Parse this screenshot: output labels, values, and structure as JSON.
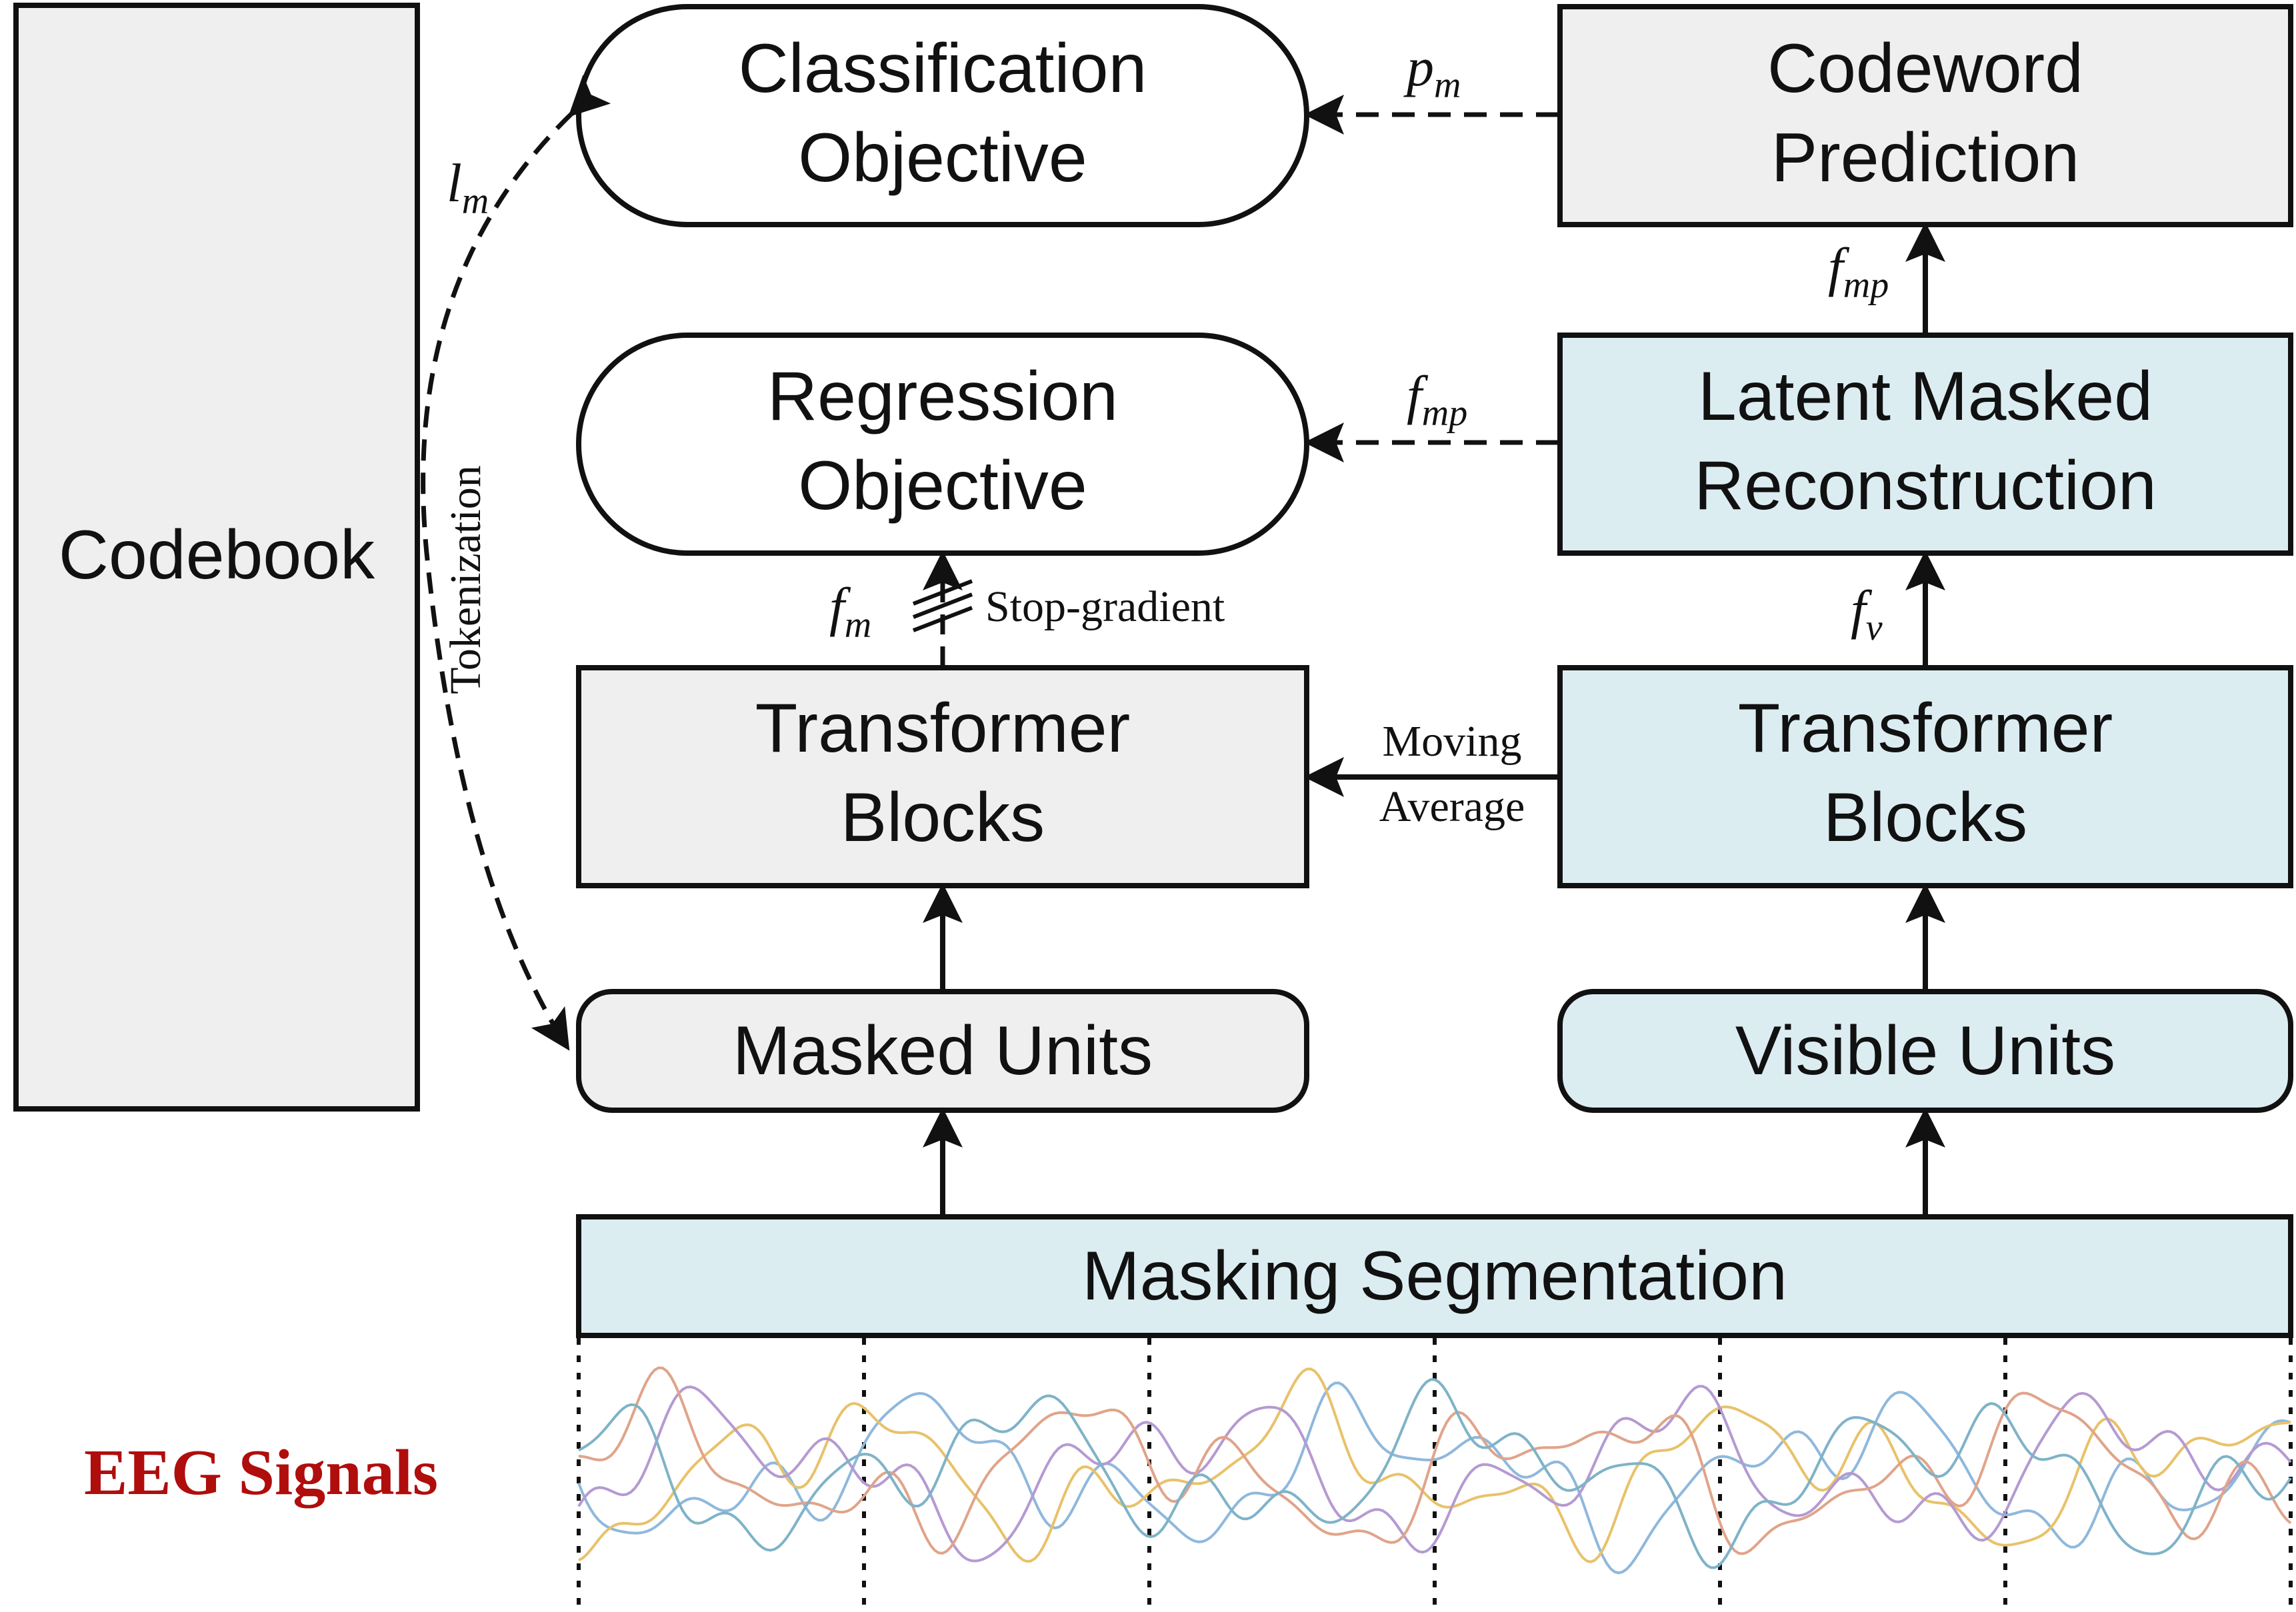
{
  "colors": {
    "gray_fill": "#efefef",
    "blue_fill": "#dcedf2",
    "white_fill": "#ffffff",
    "stroke": "#111111",
    "eeg_label": "#b00d0d",
    "signal_colors": [
      "#8fb8dc",
      "#e8c26a",
      "#b59ad1",
      "#e0a48a",
      "#7fb3c8"
    ]
  },
  "nodes": {
    "codebook": "Codebook",
    "classification": [
      "Classification",
      "Objective"
    ],
    "regression": [
      "Regression",
      "Objective"
    ],
    "codeword": [
      "Codeword",
      "Prediction"
    ],
    "latent": [
      "Latent Masked",
      "Reconstruction"
    ],
    "transformer_left": [
      "Transformer",
      "Blocks"
    ],
    "transformer_right": [
      "Transformer",
      "Blocks"
    ],
    "masked_units": "Masked Units",
    "visible_units": "Visible Units",
    "masking_segmentation": "Masking Segmentation"
  },
  "edges": {
    "tokenization": "Tokenization",
    "l_m": {
      "main": "l",
      "sub": "m"
    },
    "p_m": {
      "main": "p",
      "sub": "m"
    },
    "f_mp_top": {
      "main": "f",
      "sub": "mp"
    },
    "f_mp_mid": {
      "main": "f",
      "sub": "mp"
    },
    "f_m": {
      "main": "f",
      "sub": "m"
    },
    "f_v": {
      "main": "f",
      "sub": "v"
    },
    "stop_gradient": "Stop-gradient",
    "moving_average": [
      "Moving",
      "Average"
    ]
  },
  "eeg_label": "EEG Signals",
  "eeg_segments": 6
}
